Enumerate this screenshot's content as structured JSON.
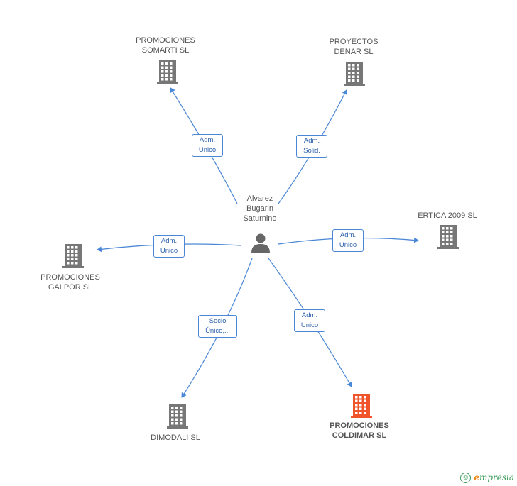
{
  "center": {
    "lines": [
      "Alvarez",
      "Bugarin",
      "Saturnino"
    ],
    "icon": "person-icon"
  },
  "companies": [
    {
      "id": "somarti",
      "lines": [
        "PROMOCIONES",
        "SOMARTI SL"
      ],
      "highlight": false
    },
    {
      "id": "denar",
      "lines": [
        "PROYECTOS",
        "DENAR SL"
      ],
      "highlight": false
    },
    {
      "id": "ertica",
      "lines": [
        "ERTICA 2009  SL"
      ],
      "highlight": false
    },
    {
      "id": "galpor",
      "lines": [
        "PROMOCIONES",
        "GALPOR SL"
      ],
      "highlight": false
    },
    {
      "id": "dimodali",
      "lines": [
        "DIMODALI SL"
      ],
      "highlight": false
    },
    {
      "id": "coldimar",
      "lines": [
        "PROMOCIONES",
        "COLDIMAR SL"
      ],
      "highlight": true
    }
  ],
  "edges": [
    {
      "to": "somarti",
      "lines": [
        "Adm.",
        "Unico"
      ]
    },
    {
      "to": "denar",
      "lines": [
        "Adm.",
        "Solid."
      ]
    },
    {
      "to": "ertica",
      "lines": [
        "Adm.",
        "Unico"
      ]
    },
    {
      "to": "galpor",
      "lines": [
        "Adm.",
        "Unico"
      ]
    },
    {
      "to": "dimodali",
      "lines": [
        "Socio",
        "Único,..."
      ]
    },
    {
      "to": "coldimar",
      "lines": [
        "Adm.",
        "Unico"
      ]
    }
  ],
  "colors": {
    "edge": "#4a87d6",
    "building": "#777777",
    "building_highlight": "#f0542a",
    "person": "#666666"
  },
  "footer": {
    "symbol": "©",
    "brand_initial": "e",
    "brand_rest": "mpresia"
  }
}
